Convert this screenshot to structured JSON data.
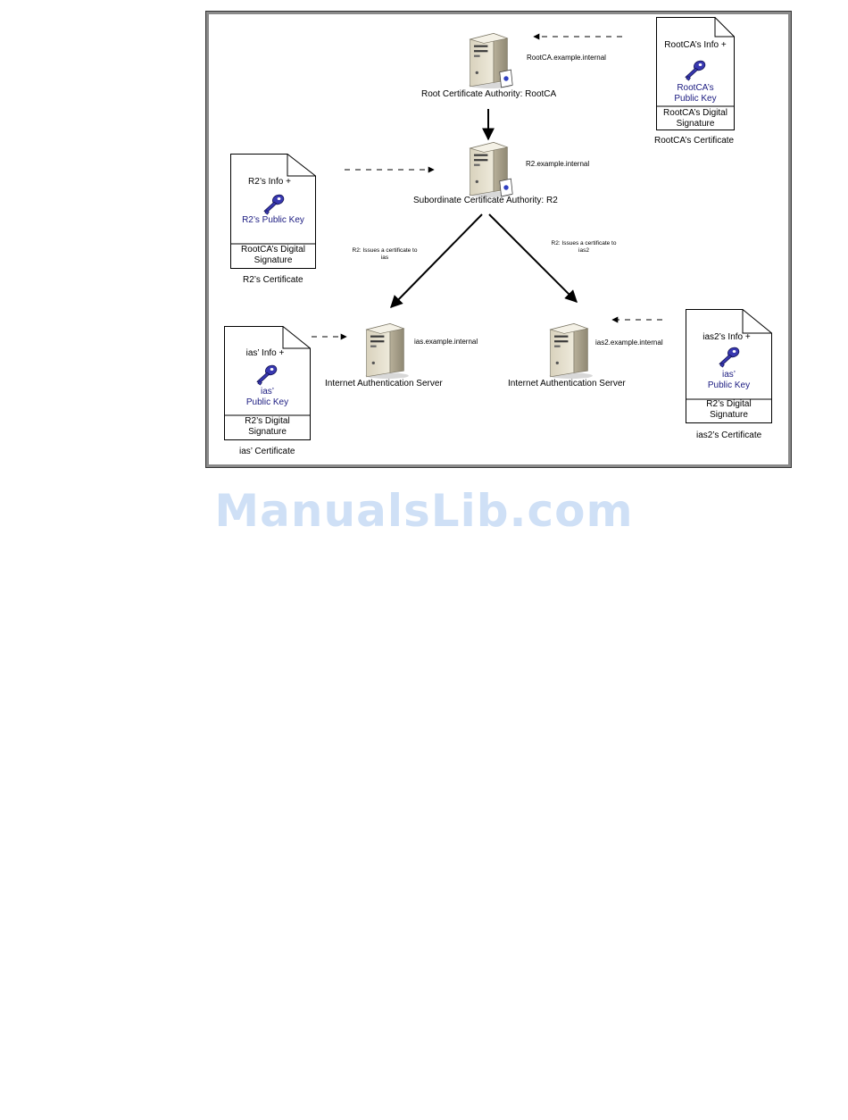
{
  "diagram": {
    "root": {
      "title": "Root Certificate Authority: RootCA",
      "host": "RootCA.example.internal"
    },
    "sub": {
      "title": "Subordinate Certificate Authority: R2",
      "host": "R2.example.internal"
    },
    "ias1": {
      "title": "Internet Authentication Server",
      "host": "ias.example.internal"
    },
    "ias2": {
      "title": "Internet Authentication Server",
      "host": "ias2.example.internal"
    },
    "issue_left": {
      "line1": "R2: Issues a certificate to",
      "line2": "ias"
    },
    "issue_right": {
      "line1": "R2: Issues a certificate to",
      "line2": "ias2"
    },
    "certs": {
      "rootca": {
        "info": "RootCA’s Info +",
        "key_line1": "RootCA’s",
        "key_line2": "Public Key",
        "sig_line1": "RootCA’s Digital",
        "sig_line2": "Signature",
        "caption": "RootCA’s Certificate"
      },
      "r2": {
        "info": "R2’s Info +",
        "key_line1": "R2’s Public Key",
        "sig_line1": "RootCA’s Digital",
        "sig_line2": "Signature",
        "caption": "R2’s Certificate"
      },
      "ias": {
        "info": "ias’ Info +",
        "key_line1": "ias’",
        "key_line2": "Public Key",
        "sig_line1": "R2’s Digital",
        "sig_line2": "Signature",
        "caption": "ias’ Certificate"
      },
      "ias2": {
        "info": "ias2’s Info +",
        "key_line1": "ias’",
        "key_line2": "Public Key",
        "sig_line1": "R2’s Digital",
        "sig_line2": "Signature",
        "caption": "ias2’s Certificate"
      }
    }
  },
  "watermark": "ManualsLib.com",
  "icons": [
    "server-icon",
    "key-icon",
    "certificate-document-icon"
  ],
  "colors": {
    "key_blue": "#3838b0",
    "key_text": "#1a1a80",
    "watermark": "#cfe0f6"
  }
}
